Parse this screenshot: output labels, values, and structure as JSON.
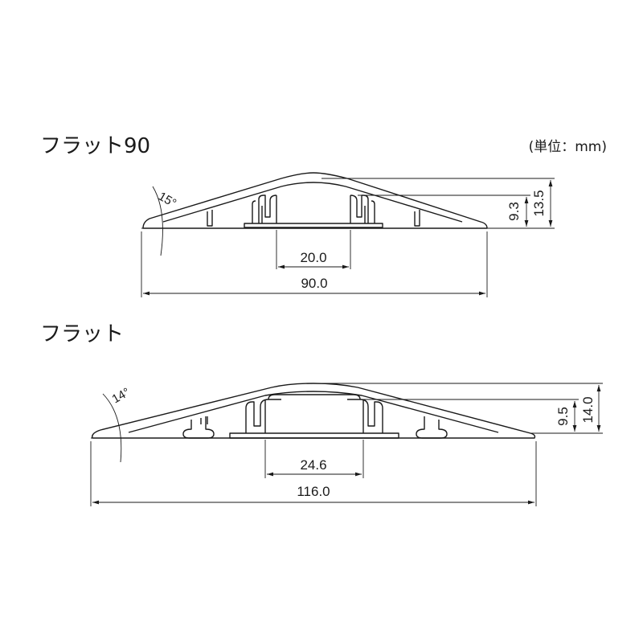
{
  "unit_label": "(単位：mm)",
  "sections": [
    {
      "title": "フラット90",
      "angle": "15°",
      "height_inner": "9.3",
      "height_total": "13.5",
      "channel_width": "20.0",
      "total_width": "90.0"
    },
    {
      "title": "フラット",
      "angle": "14°",
      "height_inner": "9.5",
      "height_total": "14.0",
      "channel_width": "24.6",
      "total_width": "116.0"
    }
  ]
}
